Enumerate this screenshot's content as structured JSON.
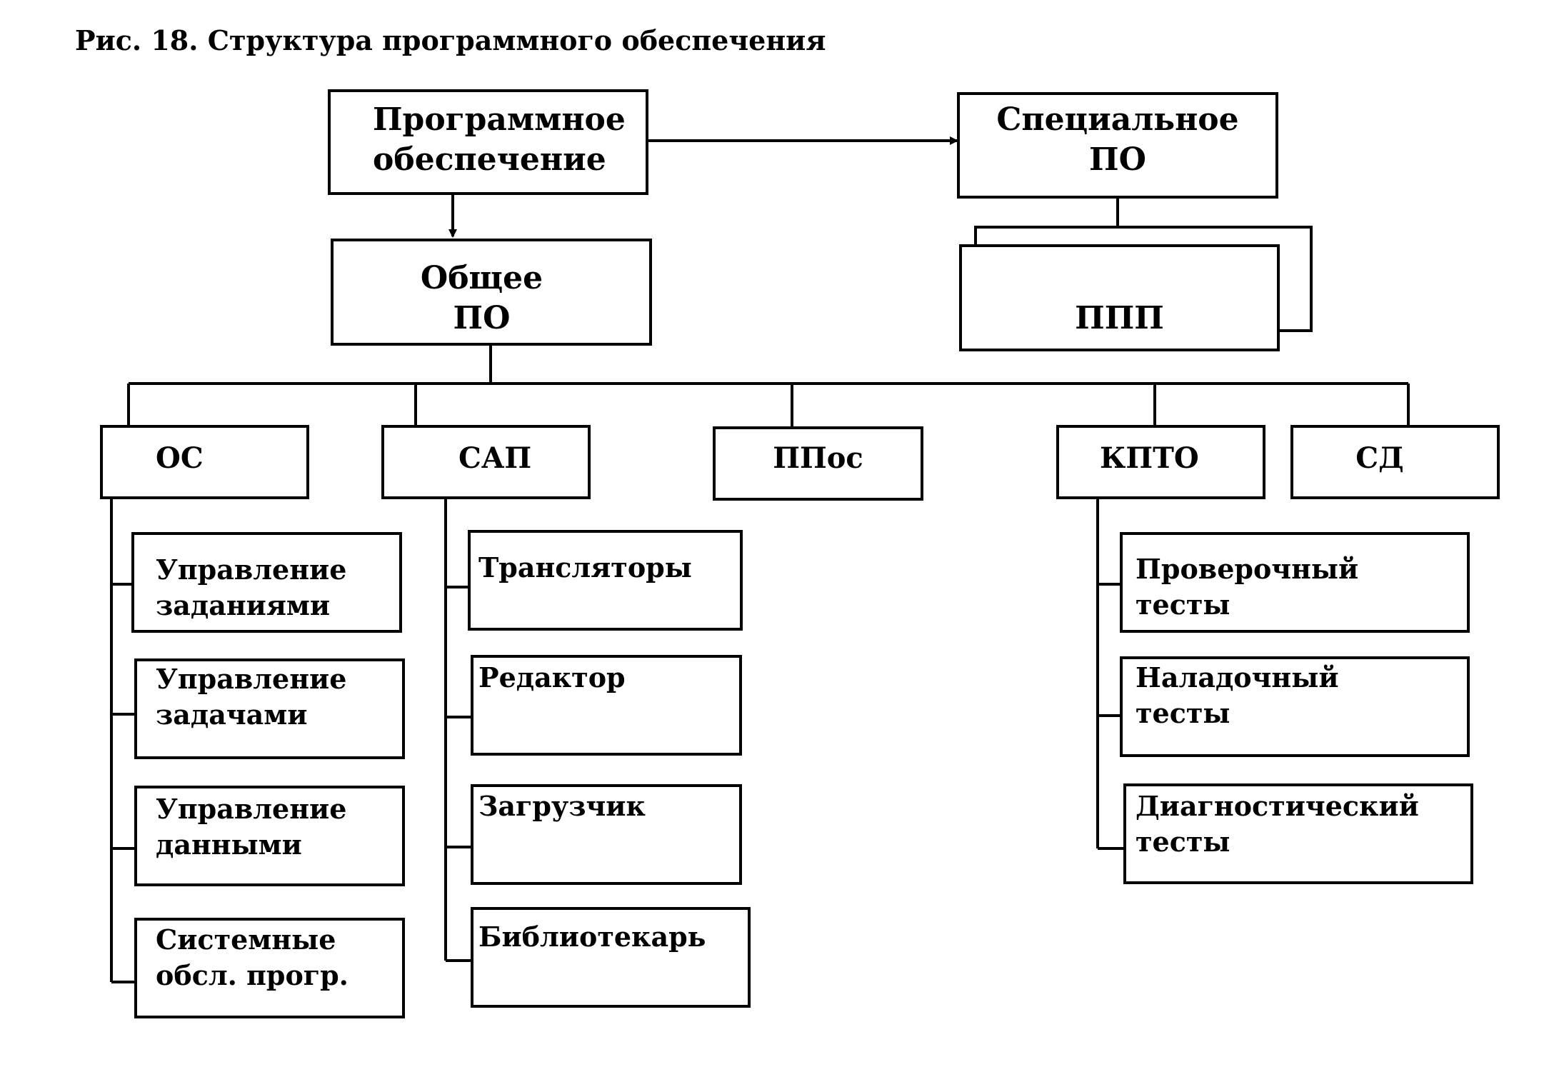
{
  "caption": "Рис. 18. Структура программного обеспечения",
  "nodes": {
    "software": {
      "line1": "Программное",
      "line2": "обеспечение"
    },
    "special": {
      "line1": "Специальное",
      "line2": "ПО"
    },
    "general": {
      "line1": "Общее",
      "line2": "ПО"
    },
    "ppp": "ППП",
    "os": "ОС",
    "sap": "САП",
    "ppos": "ППос",
    "kpto": "КПТО",
    "sd": "СД"
  },
  "os_children": [
    {
      "line1": "Управление",
      "line2": "заданиями"
    },
    {
      "line1": "Управление",
      "line2": "задачами"
    },
    {
      "line1": "Управление",
      "line2": "данными"
    },
    {
      "line1": "Системные",
      "line2": "обсл. прогр."
    }
  ],
  "sap_children": [
    "Трансляторы",
    "Редактор",
    "Загрузчик",
    "Библиотекарь"
  ],
  "kpto_children": [
    {
      "line1": "Проверочный",
      "line2": "тесты"
    },
    {
      "line1": "Наладочный",
      "line2": "тесты"
    },
    {
      "line1": "Диагностический",
      "line2": "тесты"
    }
  ]
}
